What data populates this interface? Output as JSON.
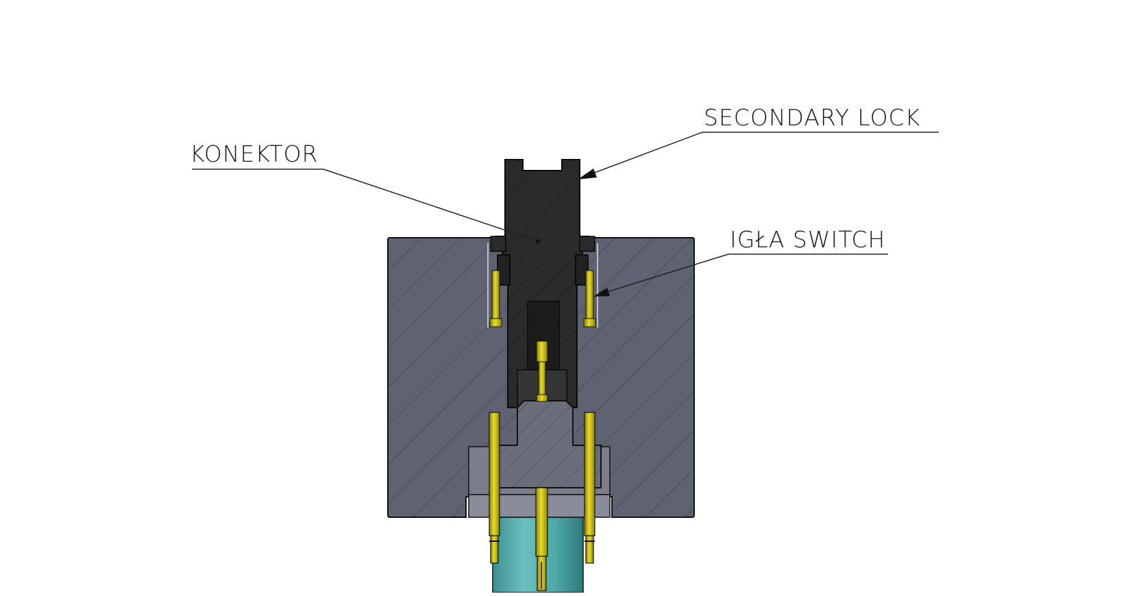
{
  "callouts": {
    "konektor": {
      "label": "KONEKTOR"
    },
    "secondary_lock": {
      "label": "SECONDARY LOCK"
    },
    "igla_switch": {
      "label": "IGŁA SWITCH"
    }
  },
  "colors": {
    "housing_fill": "#5f6270",
    "connector_fill": "#2b2b2c",
    "pin_fill": "#cfc414",
    "tube_fill": "#4fa7a7",
    "insert_fill": "#6a6d7a",
    "outline": "#111111",
    "leader": "#222222"
  }
}
